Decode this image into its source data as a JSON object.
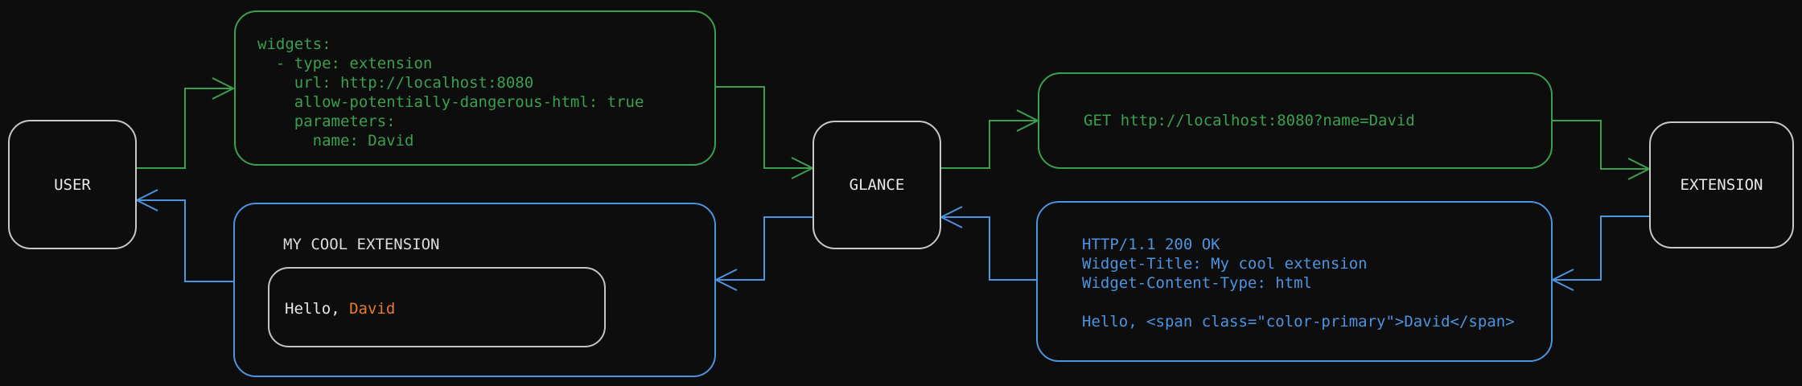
{
  "colors": {
    "background": "#0d0d0d",
    "green": "#3AA04E",
    "blue": "#4D94E0",
    "orange": "#E87A2F",
    "node_border": "#C8C8C8",
    "node_text": "#E8E8E8",
    "inner_border": "#C4C4C4"
  },
  "nodes": {
    "user": {
      "label": "USER"
    },
    "glance": {
      "label": "GLANCE"
    },
    "extension": {
      "label": "EXTENSION"
    }
  },
  "messages": {
    "config_yaml": {
      "text": "widgets:\n  - type: extension\n    url: http://localhost:8080\n    allow-potentially-dangerous-html: true\n    parameters:\n      name: David"
    },
    "request": {
      "text": "GET http://localhost:8080?name=David"
    },
    "response": {
      "text": "HTTP/1.1 200 OK\nWidget-Title: My cool extension\nWidget-Content-Type: html\n\nHello, <span class=\"color-primary\">David</span>"
    },
    "widget": {
      "title": "MY COOL EXTENSION",
      "hello_prefix": "Hello, ",
      "hello_name": "David"
    }
  }
}
